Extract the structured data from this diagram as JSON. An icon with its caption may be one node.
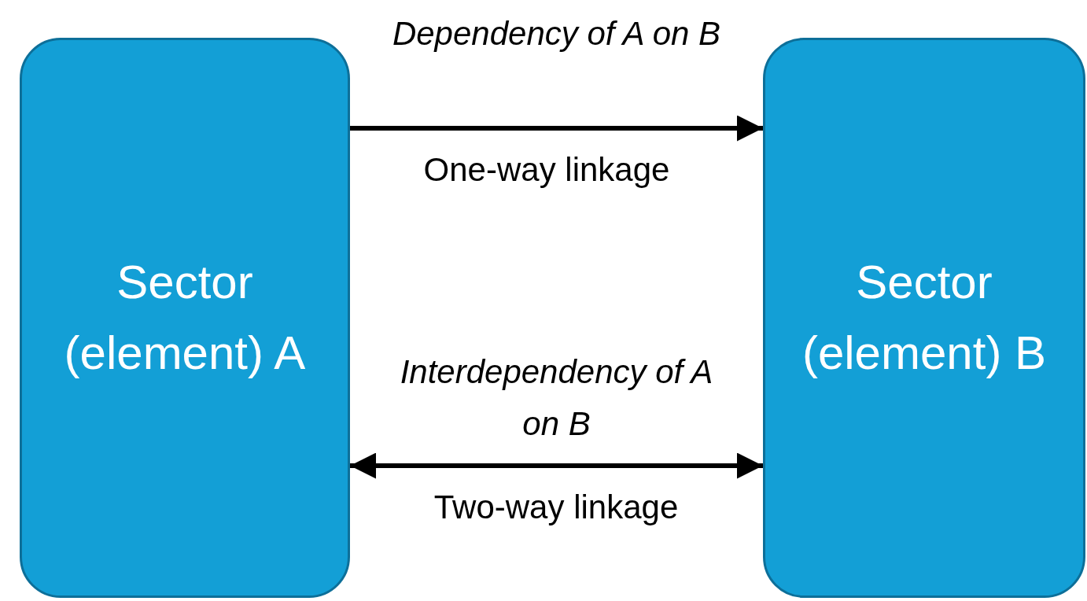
{
  "diagram": {
    "nodes": [
      {
        "text": [
          "Sector (element) A"
        ]
      },
      {
        "text": [
          "Sector (element) B"
        ]
      }
    ],
    "edges": [
      {
        "from": 0,
        "to": 1,
        "arrow": "to",
        "label": "Dependency of A on B"
      },
      {
        "from": 0,
        "to": 1,
        "arrow": "both",
        "label": "Interdependency of A on B"
      }
    ],
    "labels": [
      "One-way linkage",
      "Two-way linkage"
    ]
  }
}
